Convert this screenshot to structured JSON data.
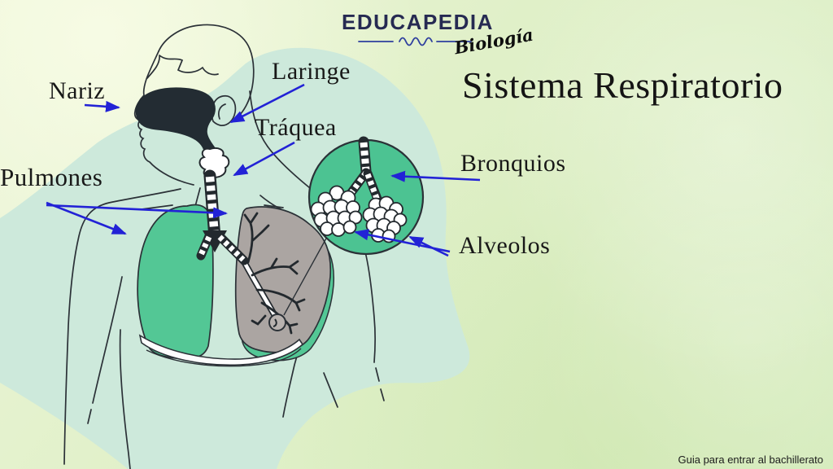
{
  "header": {
    "logo": {
      "brand": "EDUCAPEDIA",
      "subtitle": "Biología"
    },
    "title": "Sistema Respiratorio"
  },
  "labels": {
    "nariz": "Nariz",
    "laringe": "Laringe",
    "traquea": "Tráquea",
    "pulmones": "Pulmones",
    "bronquios": "Bronquios",
    "alveolos": "Alveolos"
  },
  "footer": {
    "tagline": "Guia para entrar al bachillerato"
  },
  "colors": {
    "arrow_blue": "#2222d6",
    "lung_green": "#53c795",
    "inset_green": "#4cc392",
    "lung_gray": "#aba5a2",
    "body_blob_mint": "#cde9db",
    "background_green": "#dff0c6",
    "outline_dark": "#2b3137",
    "dark_airway_navy": "#232c33",
    "logo_navy": "#262a52",
    "flourish_blue": "#2e3f9e"
  }
}
